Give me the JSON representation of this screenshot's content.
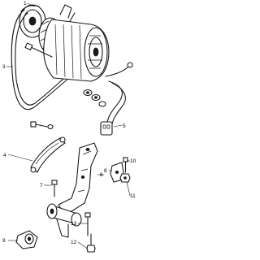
{
  "callouts": {
    "c1": "1",
    "c3": "3",
    "c4": "4",
    "c5": "5",
    "c6": "6",
    "c7": "7",
    "c8": "8",
    "c9": "9",
    "c10": "10",
    "c11": "11",
    "c12": "12",
    "c13": "13"
  }
}
